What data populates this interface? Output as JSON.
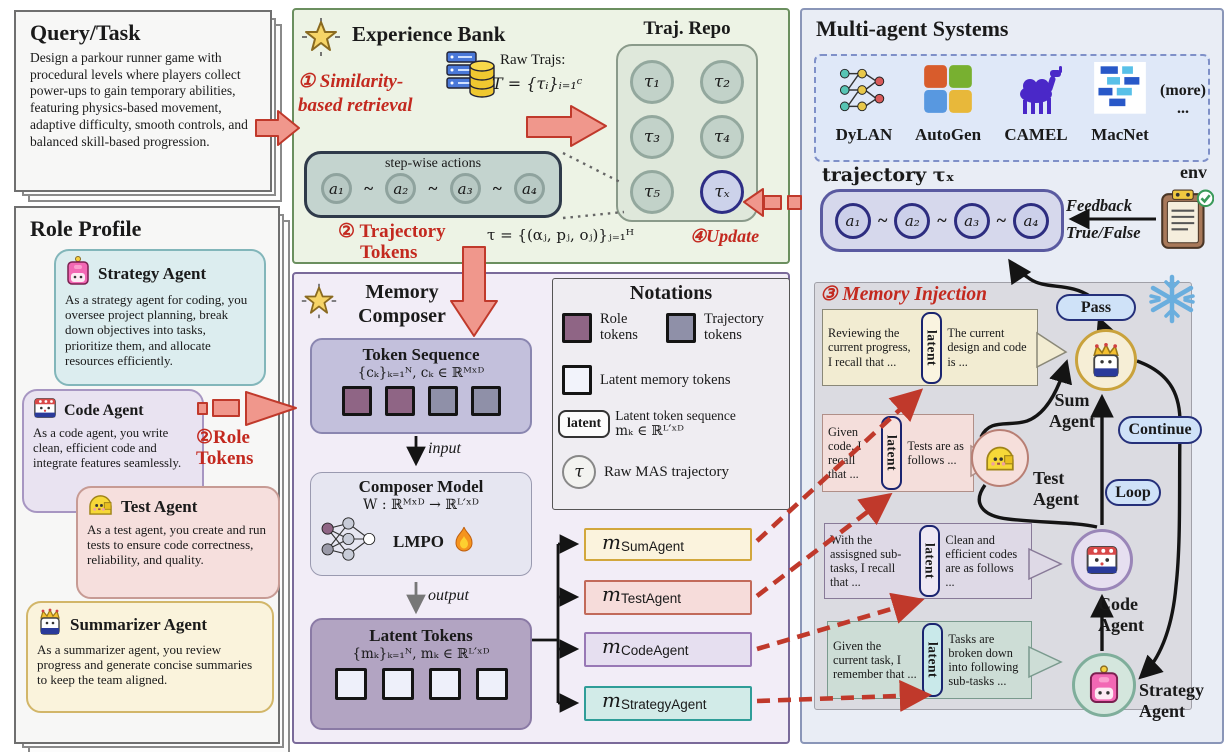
{
  "colors": {
    "accent_red": "#c3291f",
    "experience_bank_border": "#6b8f5f",
    "composer_border": "#7a6a9a",
    "mas_border": "#8a96b8",
    "role_token_fill": "#8f6585",
    "trajectory_token_fill": "#8f90a8",
    "latent_token_fill": "#eef0fa",
    "pill_fill": "#cfe2f8",
    "pill_border": "#25307a"
  },
  "query_task": {
    "title": "Query/Task",
    "body": "Design a parkour runner game with procedural levels where players collect power-ups to gain temporary abilities, featuring physics-based movement, adaptive difficulty, smooth controls, and balanced skill-based progression."
  },
  "role_profile": {
    "title": "Role Profile",
    "agents": [
      {
        "name": "Strategy Agent",
        "desc": "As a strategy agent for coding, you oversee project planning, break down objectives into tasks, prioritize them, and allocate resources efficiently."
      },
      {
        "name": "Code Agent",
        "desc": "As a code agent, you write clean, efficient code and integrate features seamlessly."
      },
      {
        "name": "Test Agent",
        "desc": "As a test agent, you create and run tests to ensure code correctness, reliability, and quality."
      },
      {
        "name": "Summarizer Agent",
        "desc": "As a summarizer agent, you review progress and generate concise summaries to keep the team aligned."
      }
    ]
  },
  "steps": {
    "s1_line1": "① Similarity-",
    "s1_line2": "based retrieval",
    "s2_traj_line1": "② Trajectory",
    "s2_traj_line2": "Tokens",
    "s2_role_line1": "②Role",
    "s2_role_line2": "Tokens",
    "s3": "③ Memory Injection",
    "s4": "④Update"
  },
  "experience_bank": {
    "title": "Experience Bank",
    "raw_trajs_label": "Raw Trajs:",
    "raw_trajs_formula": "T = {τᵢ}ᵢ₌₁ᶜ",
    "repo_title": "Traj. Repo",
    "trajectories": [
      "τ₁",
      "τ₂",
      "τ₃",
      "τ₄",
      "τ₅",
      "τₓ"
    ],
    "stepwise_label": "step-wise actions",
    "actions": [
      "a₁",
      "a₂",
      "a₃",
      "a₄"
    ],
    "sep": "~",
    "traj_formula": "τ = {(αⱼ, pⱼ, oⱼ)}ⱼ₌₁ᴴ"
  },
  "memory_composer": {
    "title_line1": "Memory",
    "title_line2": "Composer",
    "token_seq_title": "Token Sequence",
    "token_seq_formula": "{cₖ}ₖ₌₁ᴺ, cₖ ∈ ℝᴹˣᴰ",
    "input_label": "input",
    "model_title": "Composer Model",
    "model_formula": "W : ℝᴹˣᴰ → ℝᴸ′ˣᴰ",
    "lmpo_label": "LMPO",
    "output_label": "output",
    "latent_title": "Latent Tokens",
    "latent_formula": "{mₖ}ₖ₌₁ᴺ, mₖ ∈ ℝᴸ′ˣᴰ"
  },
  "notations": {
    "title": "Notations",
    "role_label": "Role tokens",
    "trajectory_label": "Trajectory tokens",
    "latent_memory_label": "Latent memory tokens",
    "latent_tag": "latent",
    "latent_seq_label": "Latent token sequence",
    "latent_seq_formula": "mₖ ∈ ℝᴸ′ˣᴰ",
    "tau": "τ",
    "raw_mas_label": "Raw MAS trajectory"
  },
  "memory_outputs": [
    {
      "var": "m",
      "sub": "SumAgent"
    },
    {
      "var": "m",
      "sub": "TestAgent"
    },
    {
      "var": "m",
      "sub": "CodeAgent"
    },
    {
      "var": "m",
      "sub": "StrategyAgent"
    }
  ],
  "mas": {
    "title": "Multi-agent Systems",
    "frameworks": [
      "DyLAN",
      "AutoGen",
      "CAMEL",
      "MacNet"
    ],
    "more": "(more)",
    "ellipsis": "...",
    "trajectory_label": "trajectory τₓ",
    "actions": [
      "a₁",
      "a₂",
      "a₃",
      "a₄"
    ],
    "sep": "~",
    "feedback": "Feedback",
    "truefalse": "True/False",
    "env": "env",
    "pass": "Pass",
    "continue": "Continue",
    "loop": "Loop",
    "agents": {
      "sum_line1": "Sum",
      "sum_line2": "Agent",
      "test_line1": "Test",
      "test_line2": "Agent",
      "code_line1": "Code",
      "code_line2": "Agent",
      "strategy_line1": "Strategy",
      "strategy_line2": "Agent"
    },
    "bubbles": [
      {
        "left": "Reviewing the current progress, I recall that ...",
        "latent": "latent",
        "right": "The current design and code is ..."
      },
      {
        "left": "Given code, I recall that ...",
        "latent": "latent",
        "right": "Tests are as follows ..."
      },
      {
        "left": "With the assisgned sub-tasks, I recall that ...",
        "latent": "latent",
        "right": "Clean and efficient codes are as follows ..."
      },
      {
        "left": "Given the current task, I remember that ...",
        "latent": "latent",
        "right": "Tasks are broken down into following sub-tasks ..."
      }
    ]
  }
}
